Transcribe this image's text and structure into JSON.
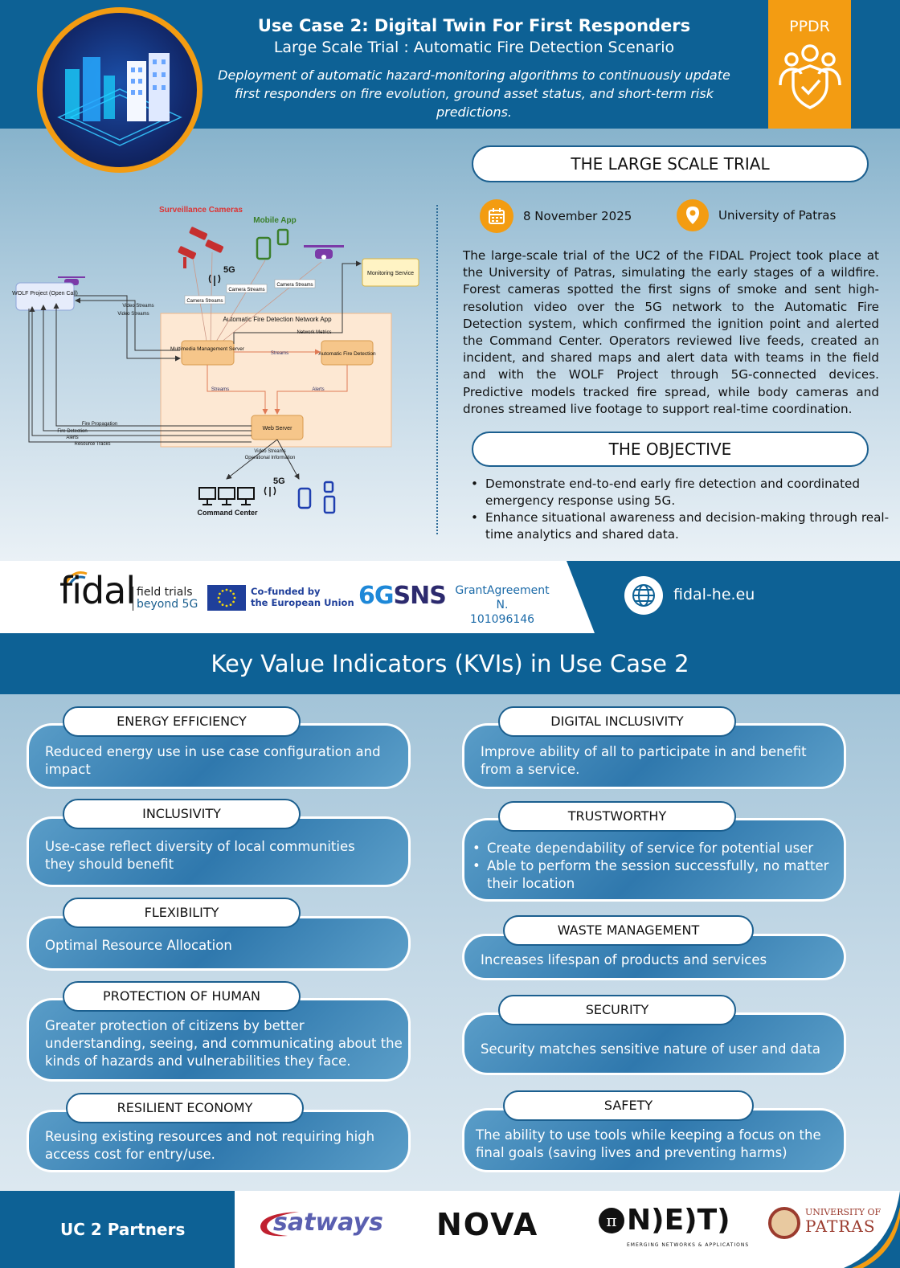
{
  "header": {
    "title": "Use Case 2:  Digital Twin For First Responders",
    "subtitle": "Large Scale Trial : Automatic Fire Detection Scenario",
    "description": "Deployment of automatic hazard-monitoring algorithms to continuously update first responders on fire evolution, ground asset status, and short-term risk predictions.",
    "badge": "PPDR",
    "badge_icon": "users-shield-icon"
  },
  "trial": {
    "title": "THE LARGE SCALE TRIAL",
    "date": "8 November 2025",
    "location": "University of Patras",
    "text": "The large-scale trial of the UC2 of the FIDAL Project took place at the University of Patras, simulating the early stages of a wildfire. Forest cameras spotted the first signs of smoke and sent high-resolution video over the 5G network to the Automatic Fire Detection system, which confirmed the ignition point and alerted the Command Center. Operators reviewed live feeds, created an incident, and shared maps and alert data with teams in the field and with the WOLF Project through 5G-connected devices. Predictive models tracked fire spread, while body cameras and drones streamed live footage to support real-time coordination.",
    "objective_title": "THE OBJECTIVE",
    "objectives": [
      "Demonstrate end-to-end early fire detection and coordinated emergency response using 5G.",
      "Enhance situational awareness and decision-making through real-time analytics and shared data."
    ]
  },
  "diagram": {
    "surveillance": "Surveillance Cameras",
    "mobile_app": "Mobile App",
    "fiveg": "5G",
    "wolf": "WOLF Project (Open Call)",
    "monitoring": "Monitoring Service",
    "camera_streams": "Camera Streams",
    "video_streams": "Video Streams",
    "afd_app": "Automatic Fire Detection Network App",
    "network_metrics": "Network Metrics",
    "mms": "Multimedia Management Server",
    "streams": "Streams",
    "afd": "Automatic Fire Detection",
    "alerts": "Alerts",
    "web_server": "Web Server",
    "fire_propagation": "Fire Propagation",
    "fire_detection": "Fire Detection",
    "resource_tracks": "Resource Tracks",
    "operational_info": "Operational Information",
    "command_center": "Command Center"
  },
  "logobar": {
    "fidal": "fidal",
    "fidal_sub1": "field trials",
    "fidal_sub2": "beyond 5G",
    "eu_line1": "Co-funded by",
    "eu_line2": "the European Union",
    "sns_six": "6G",
    "sns": "SNS",
    "grant_line1": "GrantAgreement N.",
    "grant_line2": "101096146",
    "website": "fidal-he.eu"
  },
  "kvi": {
    "title": "Key Value Indicators (KVIs) in Use Case 2",
    "energy": {
      "label": "ENERGY EFFICIENCY",
      "text": "Reduced energy use in use case configuration and impact"
    },
    "inclusivity": {
      "label": "INCLUSIVITY",
      "text": "Use-case reflect diversity of local communities they should benefit"
    },
    "flexibility": {
      "label": "FLEXIBILITY",
      "text": "Optimal Resource Allocation"
    },
    "protection": {
      "label": "PROTECTION OF HUMAN",
      "text": "Greater protection of citizens by better understanding, seeing, and communicating about the kinds of hazards and vulnerabilities they face."
    },
    "resilient": {
      "label": "RESILIENT ECONOMY",
      "text": "Reusing existing resources and not requiring high access cost for entry/use."
    },
    "digital": {
      "label": "DIGITAL INCLUSIVITY",
      "text": "Improve ability of all to participate in and benefit from a service."
    },
    "trustworthy": {
      "label": "TRUSTWORTHY",
      "items": [
        "Create dependability of service for potential user",
        "Able to perform the session successfully, no matter their location"
      ]
    },
    "waste": {
      "label": "WASTE MANAGEMENT",
      "text": "Increases lifespan of products and services"
    },
    "security": {
      "label": "SECURITY",
      "text": "Security matches sensitive nature of user and data"
    },
    "safety": {
      "label": "SAFETY",
      "text": "The ability to use tools while keeping a focus on the final goals (saving lives and preventing harms)"
    }
  },
  "partners": {
    "label": "UC 2 Partners",
    "satways": "satways",
    "nova": "NOVA",
    "onet": "N)E)T)",
    "onet_sub": "EMERGING NETWORKS & APPLICATIONS",
    "patras_l1": "UNIVERSITY OF",
    "patras_l2": "PATRAS"
  }
}
